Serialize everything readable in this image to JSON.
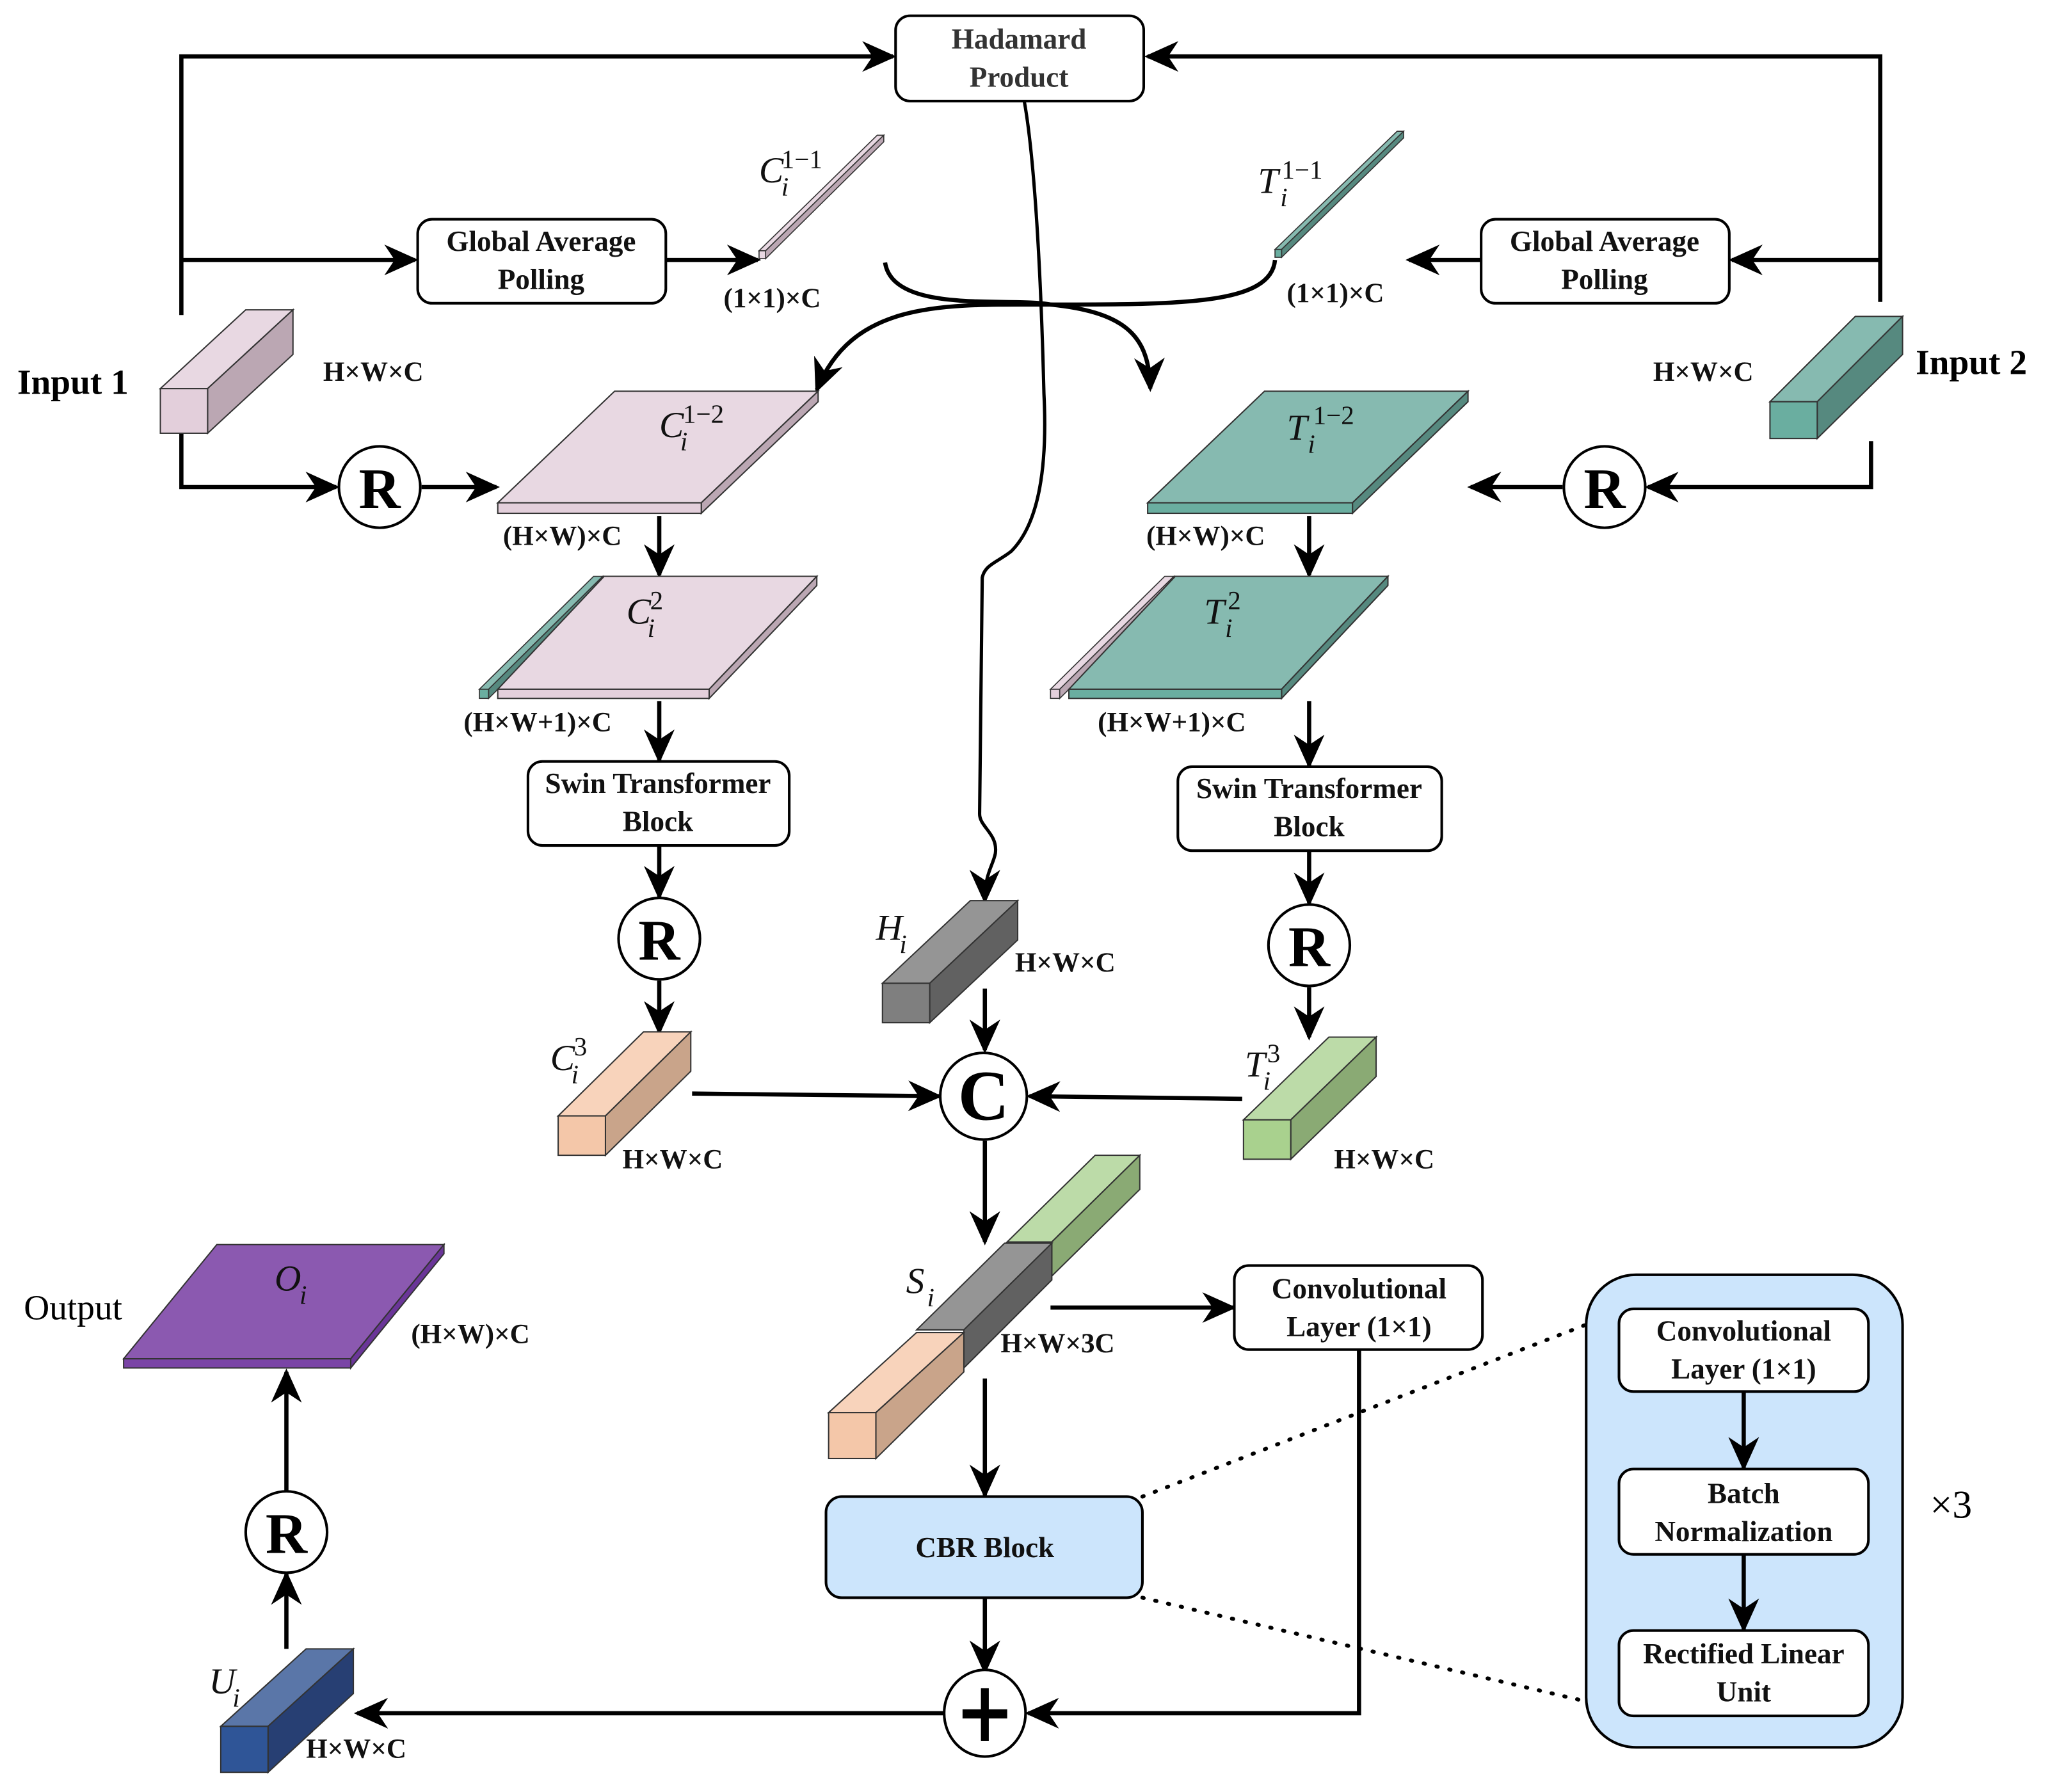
{
  "diagram": {
    "hadamard": {
      "line1": "Hadamard",
      "line2": "Product"
    },
    "gap_left": {
      "line1": "Global Average",
      "line2": "Polling"
    },
    "gap_right": {
      "line1": "Global Average",
      "line2": "Polling"
    },
    "input1": {
      "label": "Input 1",
      "dims": "H×W×C"
    },
    "input2": {
      "label": "Input 2",
      "dims": "H×W×C"
    },
    "c11": {
      "base": "C",
      "sub": "i",
      "sup": "1−1",
      "dims": "(1×1)×C"
    },
    "t11": {
      "base": "T",
      "sub": "i",
      "sup": "1−1",
      "dims": "(1×1)×C"
    },
    "c12": {
      "base": "C",
      "sub": "i",
      "sup": "1−2",
      "dims": "(H×W)×C"
    },
    "t12": {
      "base": "T",
      "sub": "i",
      "sup": "1−2",
      "dims": "(H×W)×C"
    },
    "c2": {
      "base": "C",
      "sub": "i",
      "sup": "2",
      "dims": "(H×W+1)×C"
    },
    "t2": {
      "base": "T",
      "sub": "i",
      "sup": "2",
      "dims": "(H×W+1)×C"
    },
    "swin_left": {
      "line1": "Swin Transformer",
      "line2": "Block"
    },
    "swin_right": {
      "line1": "Swin Transformer",
      "line2": "Block"
    },
    "c3": {
      "base": "C",
      "sub": "i",
      "sup": "3",
      "dims": "H×W×C"
    },
    "t3": {
      "base": "T",
      "sub": "i",
      "sup": "3",
      "dims": "H×W×C"
    },
    "h": {
      "base": "H",
      "sub": "i",
      "dims": "H×W×C"
    },
    "s": {
      "base": "S",
      "sub": "i",
      "dims": "H×W×3C"
    },
    "u": {
      "base": "U",
      "sub": "i",
      "dims": "H×W×C"
    },
    "o": {
      "base": "O",
      "sub": "i",
      "dims": "(H×W)×C",
      "label": "Output"
    },
    "conv_main": {
      "line1": "Convolutional",
      "line2": "Layer (1×1)"
    },
    "cbr_block": {
      "label": "CBR Block"
    },
    "cbr_detail": {
      "conv": {
        "line1": "Convolutional",
        "line2": "Layer (1×1)"
      },
      "bn": {
        "line1": "Batch",
        "line2": "Normalization"
      },
      "relu": {
        "line1": "Rectified Linear",
        "line2": "Unit"
      },
      "repeat": "×3"
    },
    "operators": {
      "reshape": "R",
      "concat": "C",
      "add": "+"
    },
    "colors": {
      "pink": "#e8d8e2",
      "pink_dark": "#bba7b3",
      "teal": "#86bab0",
      "teal_dark": "#56897f",
      "teal_front": "#6aaea0",
      "peach": "#f8d3bb",
      "peach_dark": "#c9a48a",
      "lightgreen": "#bcdba8",
      "lightgreen_dark": "#8aaa74",
      "lightgreen_front": "#a9d18e",
      "gray": "#959595",
      "gray_dark": "#616161",
      "gray_front": "#7f7f7f",
      "blue": "#5a76a8",
      "blue_dark": "#273f73",
      "blue_front": "#2f5597",
      "purple": "#8b59b0",
      "purple_dark": "#6a3598",
      "cbr_fill": "#cce5fc"
    }
  }
}
